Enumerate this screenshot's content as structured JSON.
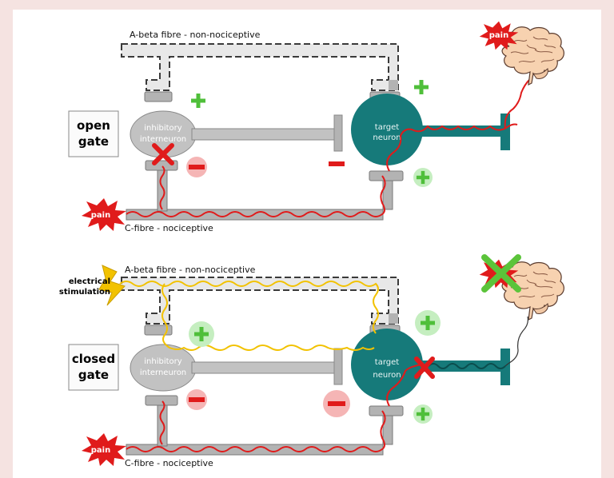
{
  "top": {
    "abeta_label": "A-beta fibre - non-nociceptive",
    "cfibre_label": "C-fibre - nociceptive",
    "gate_line1": "open",
    "gate_line2": "gate",
    "interneuron_line1": "inhibitory",
    "interneuron_line2": "interneuron",
    "target_line1": "target",
    "target_line2": "neuron",
    "pain_label": "pain",
    "brain_pain_label": "pain"
  },
  "bottom": {
    "abeta_label": "A-beta fibre - non-nociceptive",
    "cfibre_label": "C-fibre - nociceptive",
    "gate_line1": "closed",
    "gate_line2": "gate",
    "interneuron_line1": "inhibitory",
    "interneuron_line2": "interneuron",
    "target_line1": "target",
    "target_line2": "neuron",
    "pain_label": "pain",
    "stim_line1": "electrical",
    "stim_line2": "stimulation"
  },
  "colors": {
    "page_background": "#f5e3e1",
    "fibre_grey": "#b3b3b3",
    "target_teal": "#167a7a",
    "interneuron_grey": "#c2c2c2",
    "pain_red": "#e01b1b",
    "excite_green": "#4fbf3a",
    "signal_yellow": "#f2c200",
    "brain_skin": "#f7d2b0"
  }
}
